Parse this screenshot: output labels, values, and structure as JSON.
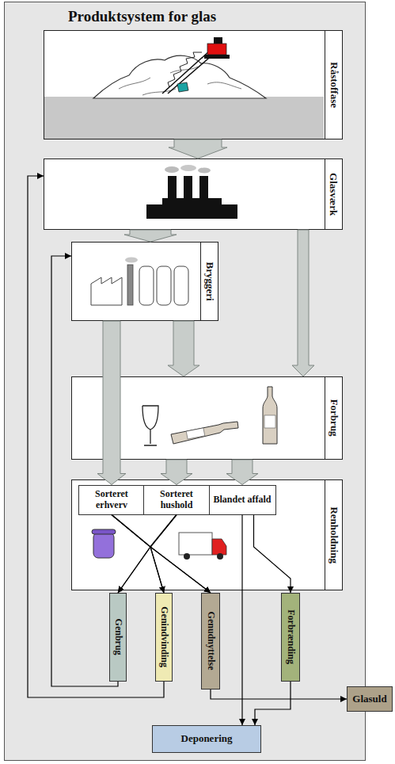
{
  "diagram": {
    "nodes": [
      {
        "text": [
          "Produktsystem for glas"
        ]
      },
      {
        "text": [
          "Råstoffase"
        ],
        "in": 0
      },
      {
        "text": [
          "Glasværk"
        ],
        "in": 0
      },
      {
        "text": [
          "Bryggeri"
        ],
        "in": 0
      },
      {
        "text": [
          "Forbrug"
        ],
        "in": 0
      },
      {
        "text": [
          "Renholdning"
        ],
        "in": 0
      },
      {
        "text": [
          "Sorteret erhverv"
        ],
        "in": 5
      },
      {
        "text": [
          "Sorteret hushold"
        ],
        "in": 5
      },
      {
        "text": [
          "Blandet affald"
        ],
        "in": 5
      },
      {
        "text": [
          "Genbrug"
        ],
        "in": 0
      },
      {
        "text": [
          "Genindvinding"
        ],
        "in": 0
      },
      {
        "text": [
          "Genudnyttelse"
        ],
        "in": 0
      },
      {
        "text": [
          "Forbrænding"
        ],
        "in": 0
      },
      {
        "text": [
          "Deponering"
        ],
        "in": 0
      },
      {
        "text": [
          "Glasuld"
        ]
      }
    ],
    "edges": [
      {
        "from": 1,
        "to": 2,
        "arrow": "to"
      },
      {
        "from": 2,
        "to": 3,
        "arrow": "to"
      },
      {
        "from": 2,
        "to": 4,
        "arrow": "to"
      },
      {
        "from": 3,
        "to": 4,
        "arrow": "to"
      },
      {
        "from": 3,
        "to": 6,
        "arrow": "to"
      },
      {
        "from": 4,
        "to": 7,
        "arrow": "to"
      },
      {
        "from": 4,
        "to": 8,
        "arrow": "to"
      },
      {
        "from": 6,
        "to": 9,
        "arrow": "to"
      },
      {
        "from": 6,
        "to": 10,
        "arrow": "to"
      },
      {
        "from": 6,
        "to": 11,
        "arrow": "to"
      },
      {
        "from": 7,
        "to": 9,
        "arrow": "to"
      },
      {
        "from": 7,
        "to": 10,
        "arrow": "to"
      },
      {
        "from": 7,
        "to": 11,
        "arrow": "to"
      },
      {
        "from": 8,
        "to": 12,
        "arrow": "to"
      },
      {
        "from": 8,
        "to": 13,
        "arrow": "to"
      },
      {
        "from": 12,
        "to": 13,
        "arrow": "to"
      },
      {
        "from": 9,
        "to": 3,
        "arrow": "to"
      },
      {
        "from": 10,
        "to": 2,
        "arrow": "to"
      },
      {
        "from": 11,
        "to": 14,
        "arrow": "to"
      }
    ]
  }
}
